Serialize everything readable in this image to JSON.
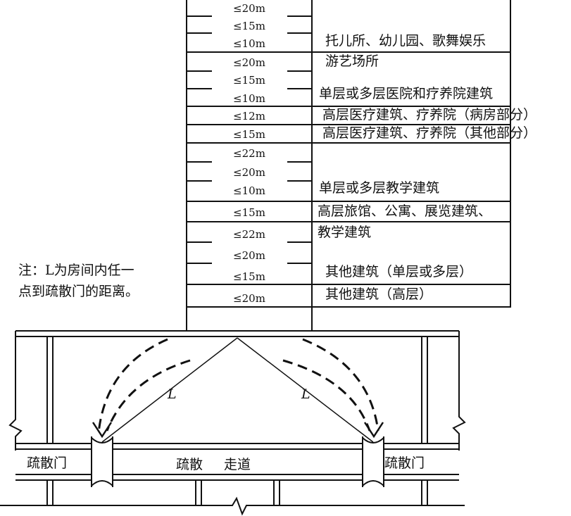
{
  "note": {
    "line1": "注：L为房间内任一",
    "line2": "点到疏散门的距离。"
  },
  "distances": [
    "≤20m",
    "≤15m",
    "≤10m",
    "≤20m",
    "≤15m",
    "≤10m",
    "≤12m",
    "≤15m",
    "≤22m",
    "≤20m",
    "≤10m",
    "≤15m",
    "≤22m",
    "≤20m",
    "≤15m",
    "≤20m"
  ],
  "categories": [
    "托儿所、幼儿园、歌舞娱乐",
    "游艺场所",
    "单层或多层医院和疗养院建筑",
    "高层医疗建筑、疗养院（病房部分）",
    "高层医疗建筑、疗养院（其他部分）",
    "单层或多层教学建筑",
    "高层旅馆、公寓、展览建筑、",
    "教学建筑",
    "其他建筑（单层或多层）",
    "其他建筑（高层）"
  ],
  "plan": {
    "left_door": "疏散门",
    "right_door": "疏散门",
    "corridor_a": "疏散",
    "corridor_b": "走道",
    "l_left": "L",
    "l_right": "L"
  }
}
